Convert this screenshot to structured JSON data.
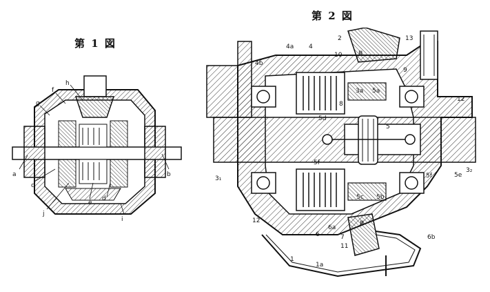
{
  "figures": [
    {
      "title": "第 1 図",
      "labels": [
        "f",
        "h",
        "g",
        "a",
        "b",
        "c",
        "j",
        "e",
        "d",
        "i"
      ]
    },
    {
      "title": "第 2 図",
      "labels": [
        "2",
        "13",
        "4a",
        "4",
        "10",
        "4b",
        "9",
        "3a",
        "5a",
        "8",
        "12",
        "5d",
        "5",
        "3₁",
        "5f",
        "5f",
        "5e",
        "3₂",
        "12",
        "5c",
        "5b",
        "Ⅲ",
        "6a",
        "6",
        "7",
        "11",
        "6b",
        "1",
        "1a",
        "Ⅲ"
      ]
    }
  ],
  "colors": {
    "ink": "#111111",
    "hatch": "#333333",
    "paper": "#ffffff"
  }
}
